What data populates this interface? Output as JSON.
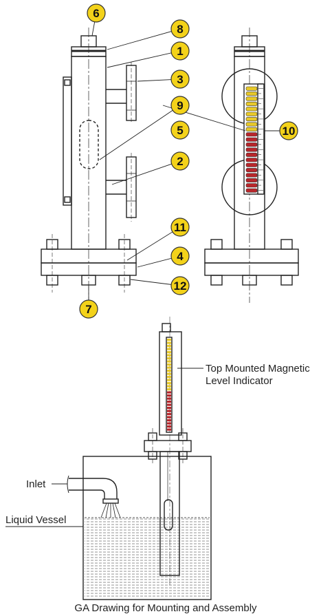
{
  "colors": {
    "callout_fill": "#f3d21a",
    "callout_stroke": "#333333",
    "line": "#222222",
    "float_red": "#b8262b",
    "float_yellow": "#e8c92a",
    "liquid": "#cfcfcf"
  },
  "callouts": [
    "6",
    "8",
    "1",
    "3",
    "9",
    "10",
    "5",
    "2",
    "11",
    "4",
    "12",
    "7"
  ],
  "labels": {
    "top_mounted_line1": "Top Mounted Magnetic",
    "top_mounted_line2": "Level Indicator",
    "inlet": "Inlet",
    "liquid_vessel": "Liquid Vessel"
  },
  "caption": "GA Drawing for Mounting and Assembly"
}
